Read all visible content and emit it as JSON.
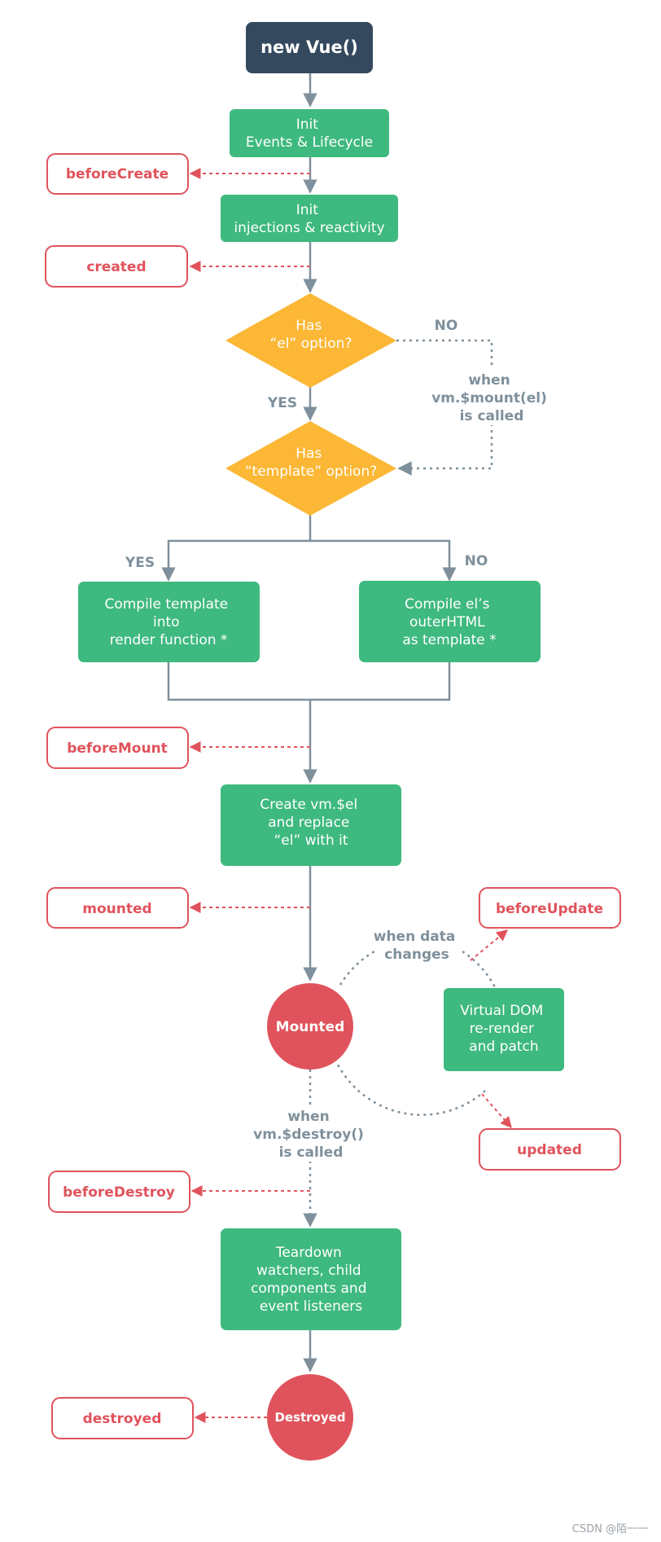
{
  "start": {
    "label": "new Vue()"
  },
  "steps": {
    "init_events": [
      "Init",
      "Events & Lifecycle"
    ],
    "init_injections": [
      "Init",
      "injections & reactivity"
    ],
    "compile_template": [
      "Compile template",
      "into",
      "render function *"
    ],
    "compile_el": [
      "Compile el’s",
      "outerHTML",
      "as template *"
    ],
    "create_el": [
      "Create vm.$el",
      "and replace",
      "“el” with it"
    ],
    "virtual_dom": [
      "Virtual DOM",
      "re-render",
      "and patch"
    ],
    "teardown": [
      "Teardown",
      "watchers, child",
      "components and",
      "event listeners"
    ]
  },
  "decisions": {
    "has_el": [
      "Has",
      "“el” option?"
    ],
    "has_template": [
      "Has",
      "“template” option?"
    ]
  },
  "hooks": {
    "beforeCreate": "beforeCreate",
    "created": "created",
    "beforeMount": "beforeMount",
    "mounted": "mounted",
    "beforeUpdate": "beforeUpdate",
    "updated": "updated",
    "beforeDestroy": "beforeDestroy",
    "destroyed": "destroyed"
  },
  "states": {
    "mounted": "Mounted",
    "destroyed": "Destroyed"
  },
  "labels": {
    "no_el": "NO",
    "yes_el": "YES",
    "mount_called": [
      "when",
      "vm.$mount(el)",
      "is called"
    ],
    "yes_template": "YES",
    "no_template": "NO",
    "data_changes": [
      "when data",
      "changes"
    ],
    "destroy_called": [
      "when",
      "vm.$destroy()",
      "is called"
    ]
  },
  "colors": {
    "dark": "#34495e",
    "green": "#3eb97f",
    "yellow": "#fbb735",
    "red": "#e0535c",
    "gray": "#7f909c"
  },
  "watermark": "CSDN @陌一一"
}
